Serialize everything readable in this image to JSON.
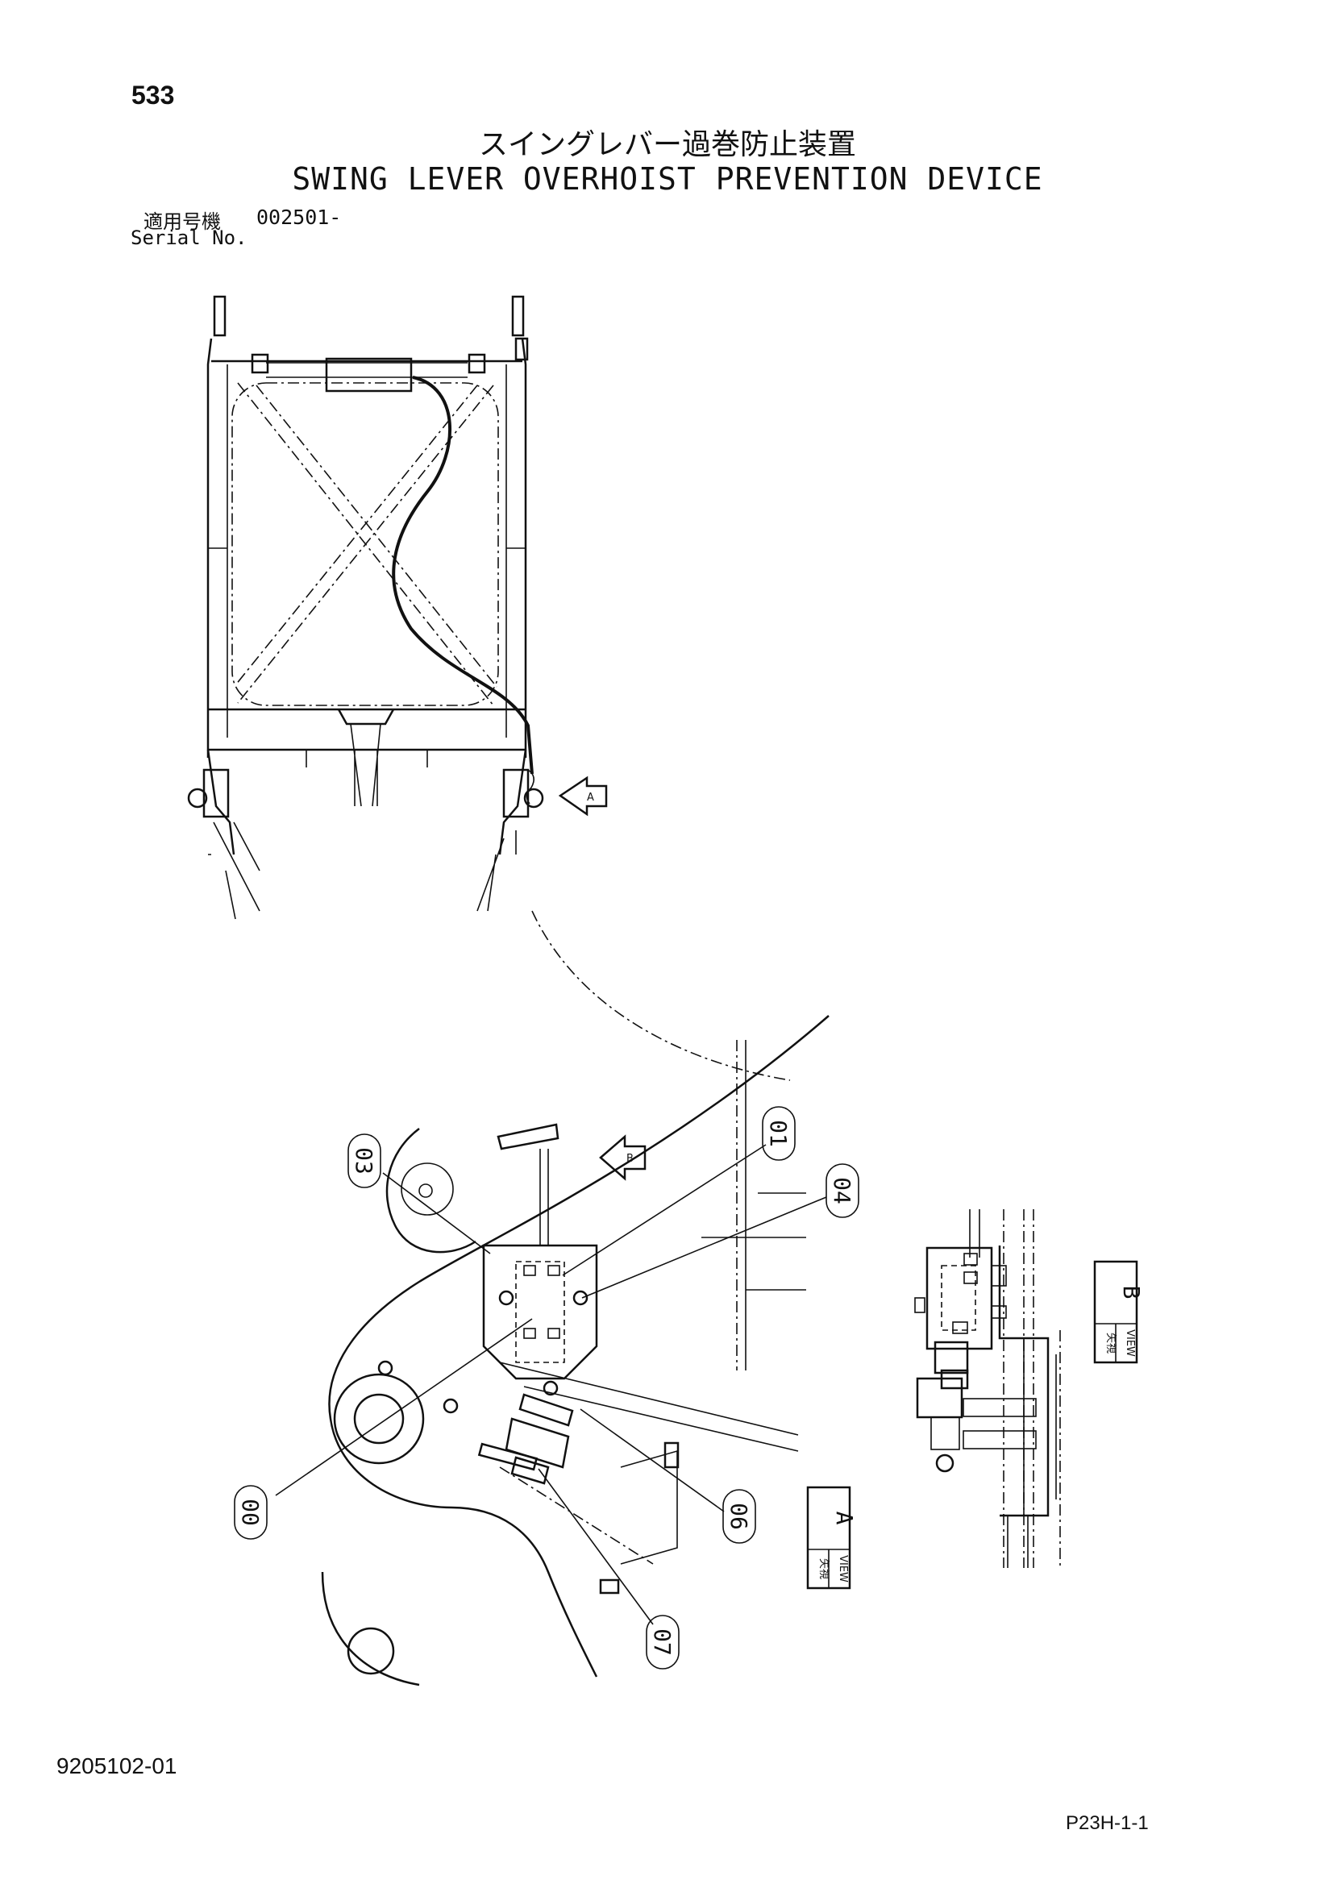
{
  "page": {
    "number": "533",
    "title_jp": "スイングレバー過巻防止装置",
    "title_en": "SWING LEVER OVERHOIST PREVENTION DEVICE",
    "serial_label_jp": "適用号機",
    "serial_value": "002501-",
    "serial_label_en": "Serial No.",
    "doc_number": "9205102-01",
    "sheet_code": "P23H-1-1"
  },
  "callouts": [
    {
      "id": "01",
      "label": "01"
    },
    {
      "id": "03",
      "label": "03"
    },
    {
      "id": "04",
      "label": "04"
    },
    {
      "id": "06",
      "label": "06"
    },
    {
      "id": "07",
      "label": "07"
    },
    {
      "id": "00",
      "label": "00"
    }
  ],
  "view_markers": [
    {
      "id": "A",
      "label": "A"
    },
    {
      "id": "B",
      "label": "B"
    }
  ],
  "view_labels": [
    {
      "id": "A",
      "letter": "A",
      "jp": "矢視",
      "en": "VIEW"
    },
    {
      "id": "B",
      "letter": "B",
      "jp": "矢視",
      "en": "VIEW"
    }
  ]
}
